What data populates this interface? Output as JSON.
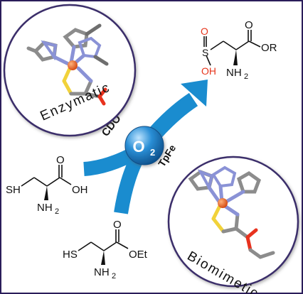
{
  "labels": {
    "enzymatic": "Enzymatic",
    "biomimetic": "Biomimetic",
    "oxidant": "O",
    "oxidant_sub": "2",
    "enzyme": "CDO",
    "model_complex": "TpFe"
  },
  "molecules": {
    "product": {
      "so": "S",
      "o_dbl": "O",
      "oh": "OH",
      "nh2": "NH",
      "nh2_sub": "2",
      "o_carbonyl": "O",
      "or": "OR"
    },
    "cysteine": {
      "sh": "SH",
      "nh2": "NH",
      "nh2_sub": "2",
      "o_carbonyl": "O",
      "oh": "OH"
    },
    "cys_ester": {
      "hs": "HS",
      "nh2": "NH",
      "nh2_sub": "2",
      "o_carbonyl": "O",
      "oet": "OEt"
    }
  },
  "colors": {
    "circle_stroke": "#3a2d6a",
    "arrow": "#1a8ccf",
    "o2_sphere": "#2a8fd6",
    "iron": "#e85a1a",
    "nitrogen": "#8a92d6",
    "sulfur": "#f1d23a",
    "oxygen_atom": "#e8321e",
    "carbon": "#8c8c8c",
    "sulfinic_o": "#e6361d"
  }
}
